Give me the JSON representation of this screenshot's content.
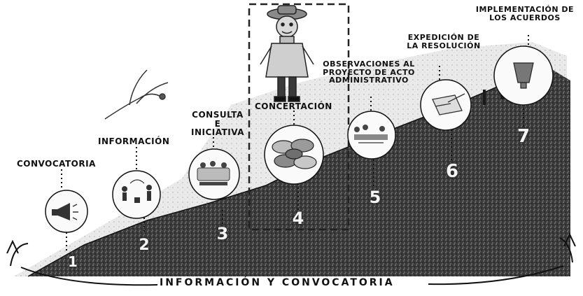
{
  "stages": [
    {
      "number": "1",
      "label": "CONVOCATORIA"
    },
    {
      "number": "2",
      "label": "INFORMACIÓN"
    },
    {
      "number": "3",
      "label": "CONSULTA E INICIATIVA"
    },
    {
      "number": "4",
      "label": "CONCERTACIÓN"
    },
    {
      "number": "5",
      "label": "OBSERVACIONES AL PROYECTO DE ACTO ADMINISTRATIVO"
    },
    {
      "number": "6",
      "label": "EXPEDICIÓN DE LA RESOLUCIÓN"
    },
    {
      "number": "7",
      "label": "IMPLEMENTACIÓN DE LOS ACUERDOS"
    }
  ],
  "footer": {
    "label": "INFORMACIÓN Y CONVOCATORIA"
  },
  "colors": {
    "ink": "#111111",
    "hill_dark": "#2b2b2b",
    "hill_mid": "#6a6a6a",
    "circle_fill": "#ffffff"
  }
}
